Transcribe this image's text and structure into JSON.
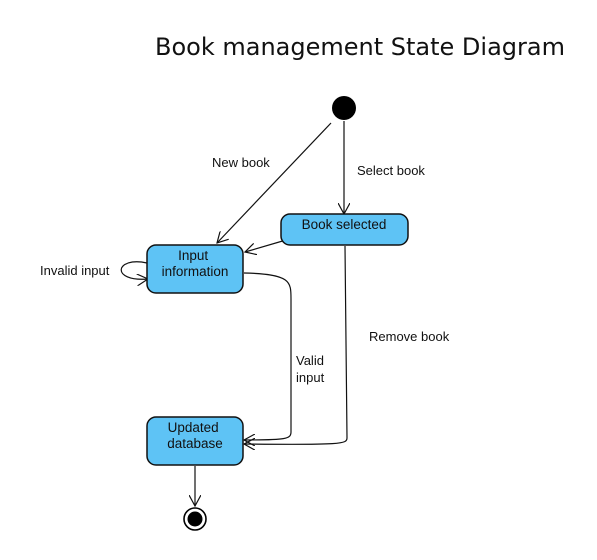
{
  "title": "Book management State Diagram",
  "states": {
    "book_selected": [
      "Book selected"
    ],
    "input_information": [
      "Input",
      "information"
    ],
    "updated_database": [
      "Updated",
      "database"
    ]
  },
  "transitions": {
    "new_book": [
      "New book"
    ],
    "select_book": [
      "Select book"
    ],
    "invalid_input": [
      "Invalid input"
    ],
    "valid_input": [
      "Valid",
      "input"
    ],
    "remove_book": [
      "Remove book"
    ]
  },
  "colors": {
    "state_fill": "#5ec3f5",
    "stroke": "#111111"
  }
}
